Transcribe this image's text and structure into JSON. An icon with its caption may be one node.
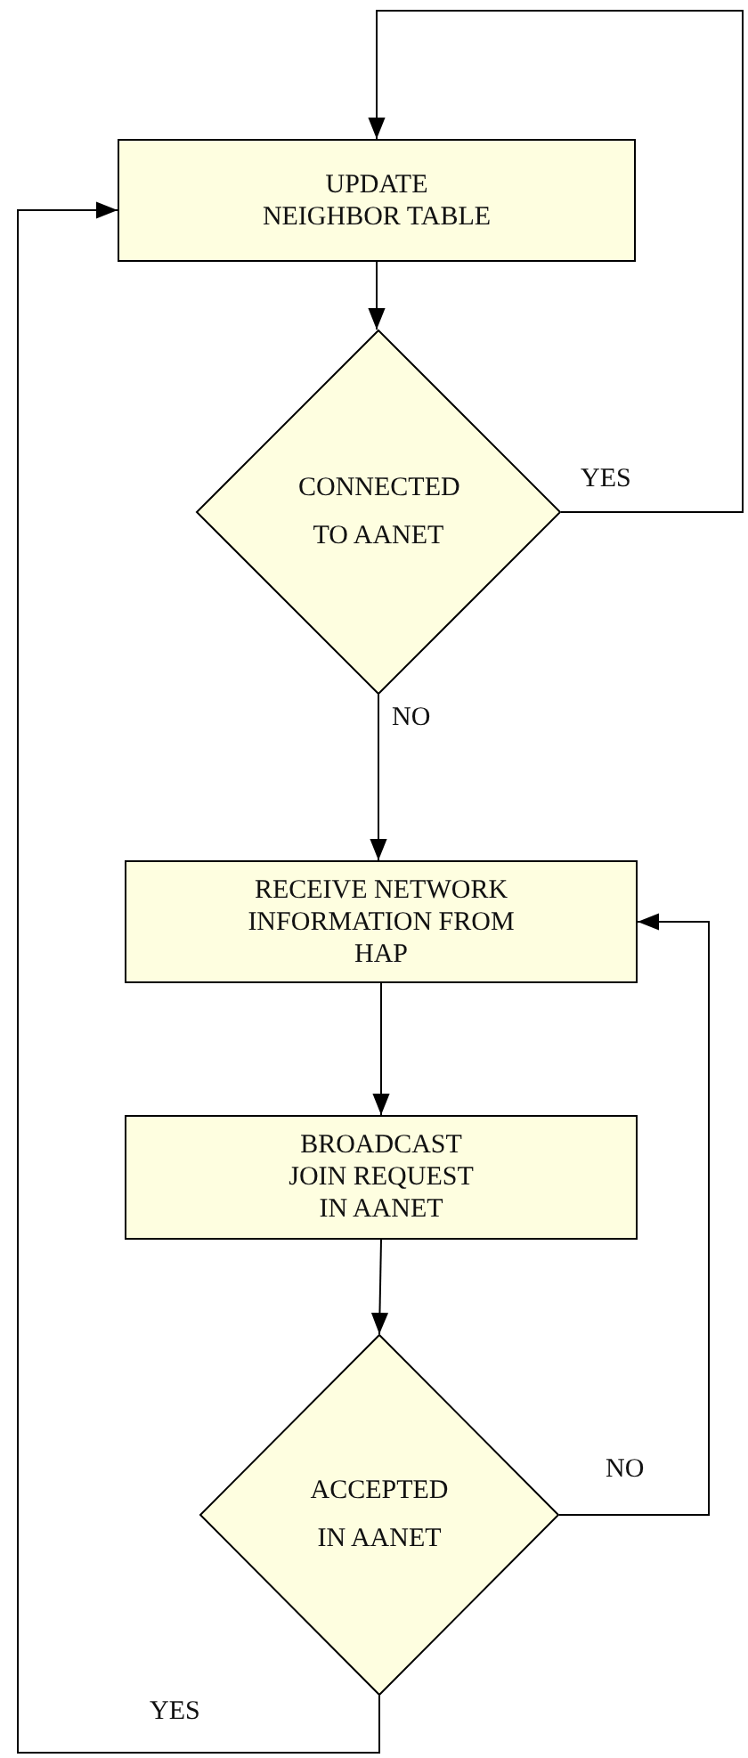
{
  "diagram": {
    "nodes": [
      {
        "text": [
          "UPDATE NEIGHBOR TABLE"
        ]
      },
      {
        "text": [
          "CONNECTED TO AANET"
        ]
      },
      {
        "text": [
          "RECEIVE NETWORK INFORMATION FROM HAP"
        ]
      },
      {
        "text": [
          "BROADCAST JOIN REQUEST IN AANET"
        ]
      },
      {
        "text": [
          "ACCEPTED IN AANET"
        ]
      }
    ],
    "edges": [
      {
        "from": 0,
        "to": 1,
        "arrow": "to"
      },
      {
        "from": 1,
        "to": 0,
        "arrow": "to",
        "label": "YES"
      },
      {
        "from": 1,
        "to": 2,
        "arrow": "to",
        "label": "NO"
      },
      {
        "from": 2,
        "to": 3,
        "arrow": "to"
      },
      {
        "from": 3,
        "to": 4,
        "arrow": "to"
      },
      {
        "from": 4,
        "to": 2,
        "arrow": "to",
        "label": "NO"
      },
      {
        "from": 4,
        "to": 0,
        "arrow": "to",
        "label": "YES"
      }
    ]
  }
}
